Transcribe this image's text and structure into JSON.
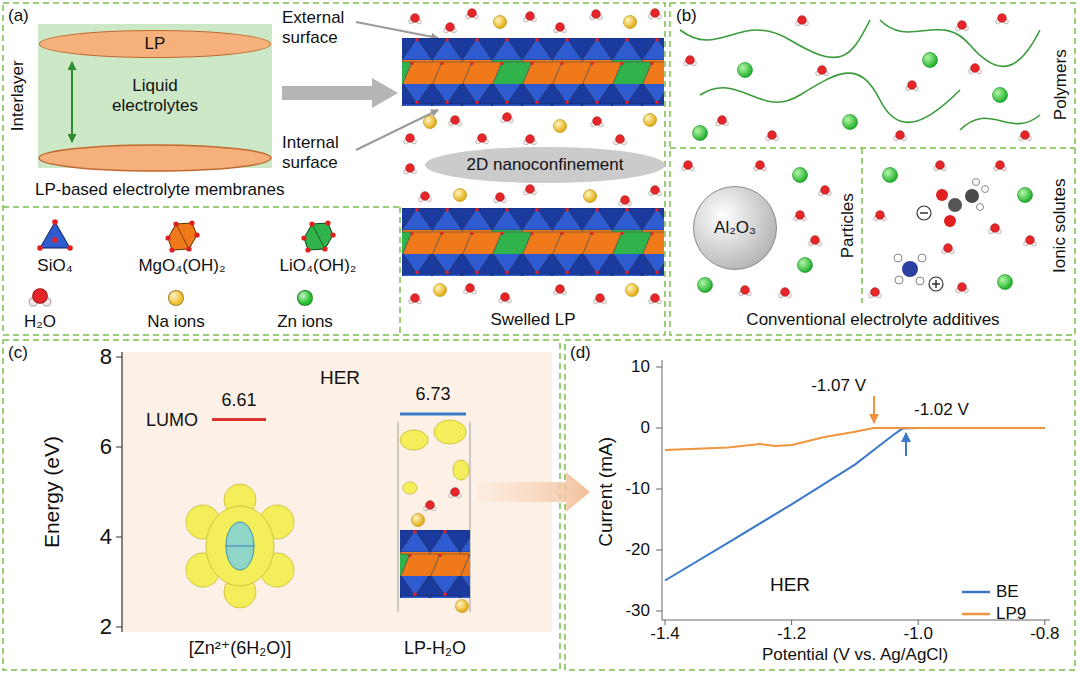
{
  "diagram": {
    "nodes": [
      {
        "text": [
          "LP"
        ]
      },
      {
        "text": [
          "Liquid electrolytes"
        ]
      },
      {
        "text": [
          "2D nanoconfinement"
        ]
      },
      {
        "text": [
          "Al₂O₃"
        ]
      }
    ],
    "labels": [
      "(a)",
      "Interlayer",
      "External surface",
      "Internal surface",
      "LP-based electrolyte membranes",
      "Swelled LP",
      "(b)",
      "Polymers",
      "Particles",
      "Ionic solutes",
      "Conventional electrolyte additives",
      "(c)",
      "8",
      "6",
      "4",
      "2",
      "Energy (eV)",
      "HER",
      "LUMO",
      "6.61",
      "6.73",
      "[Zn²⁺(6H₂O)]",
      "LP-H₂O",
      "(d)",
      "10",
      "0",
      "-10",
      "-20",
      "-30",
      "Current (mA)",
      "-1.07 V",
      "-1.02 V",
      "HER",
      "-1.4",
      "-1.2",
      "-1.0",
      "-0.8",
      "Potential (V vs. Ag/AgCl)"
    ],
    "legend": [
      {
        "text": "SiO₄"
      },
      {
        "text": "MgO₄(OH)₂"
      },
      {
        "text": "LiO₄(OH)₂"
      },
      {
        "text": "H₂O"
      },
      {
        "text": "Na ions",
        "color": "#f2c232"
      },
      {
        "text": "Zn ions",
        "color": "#22c32e"
      },
      {
        "text": "BE"
      },
      {
        "text": "LP9"
      }
    ]
  }
}
